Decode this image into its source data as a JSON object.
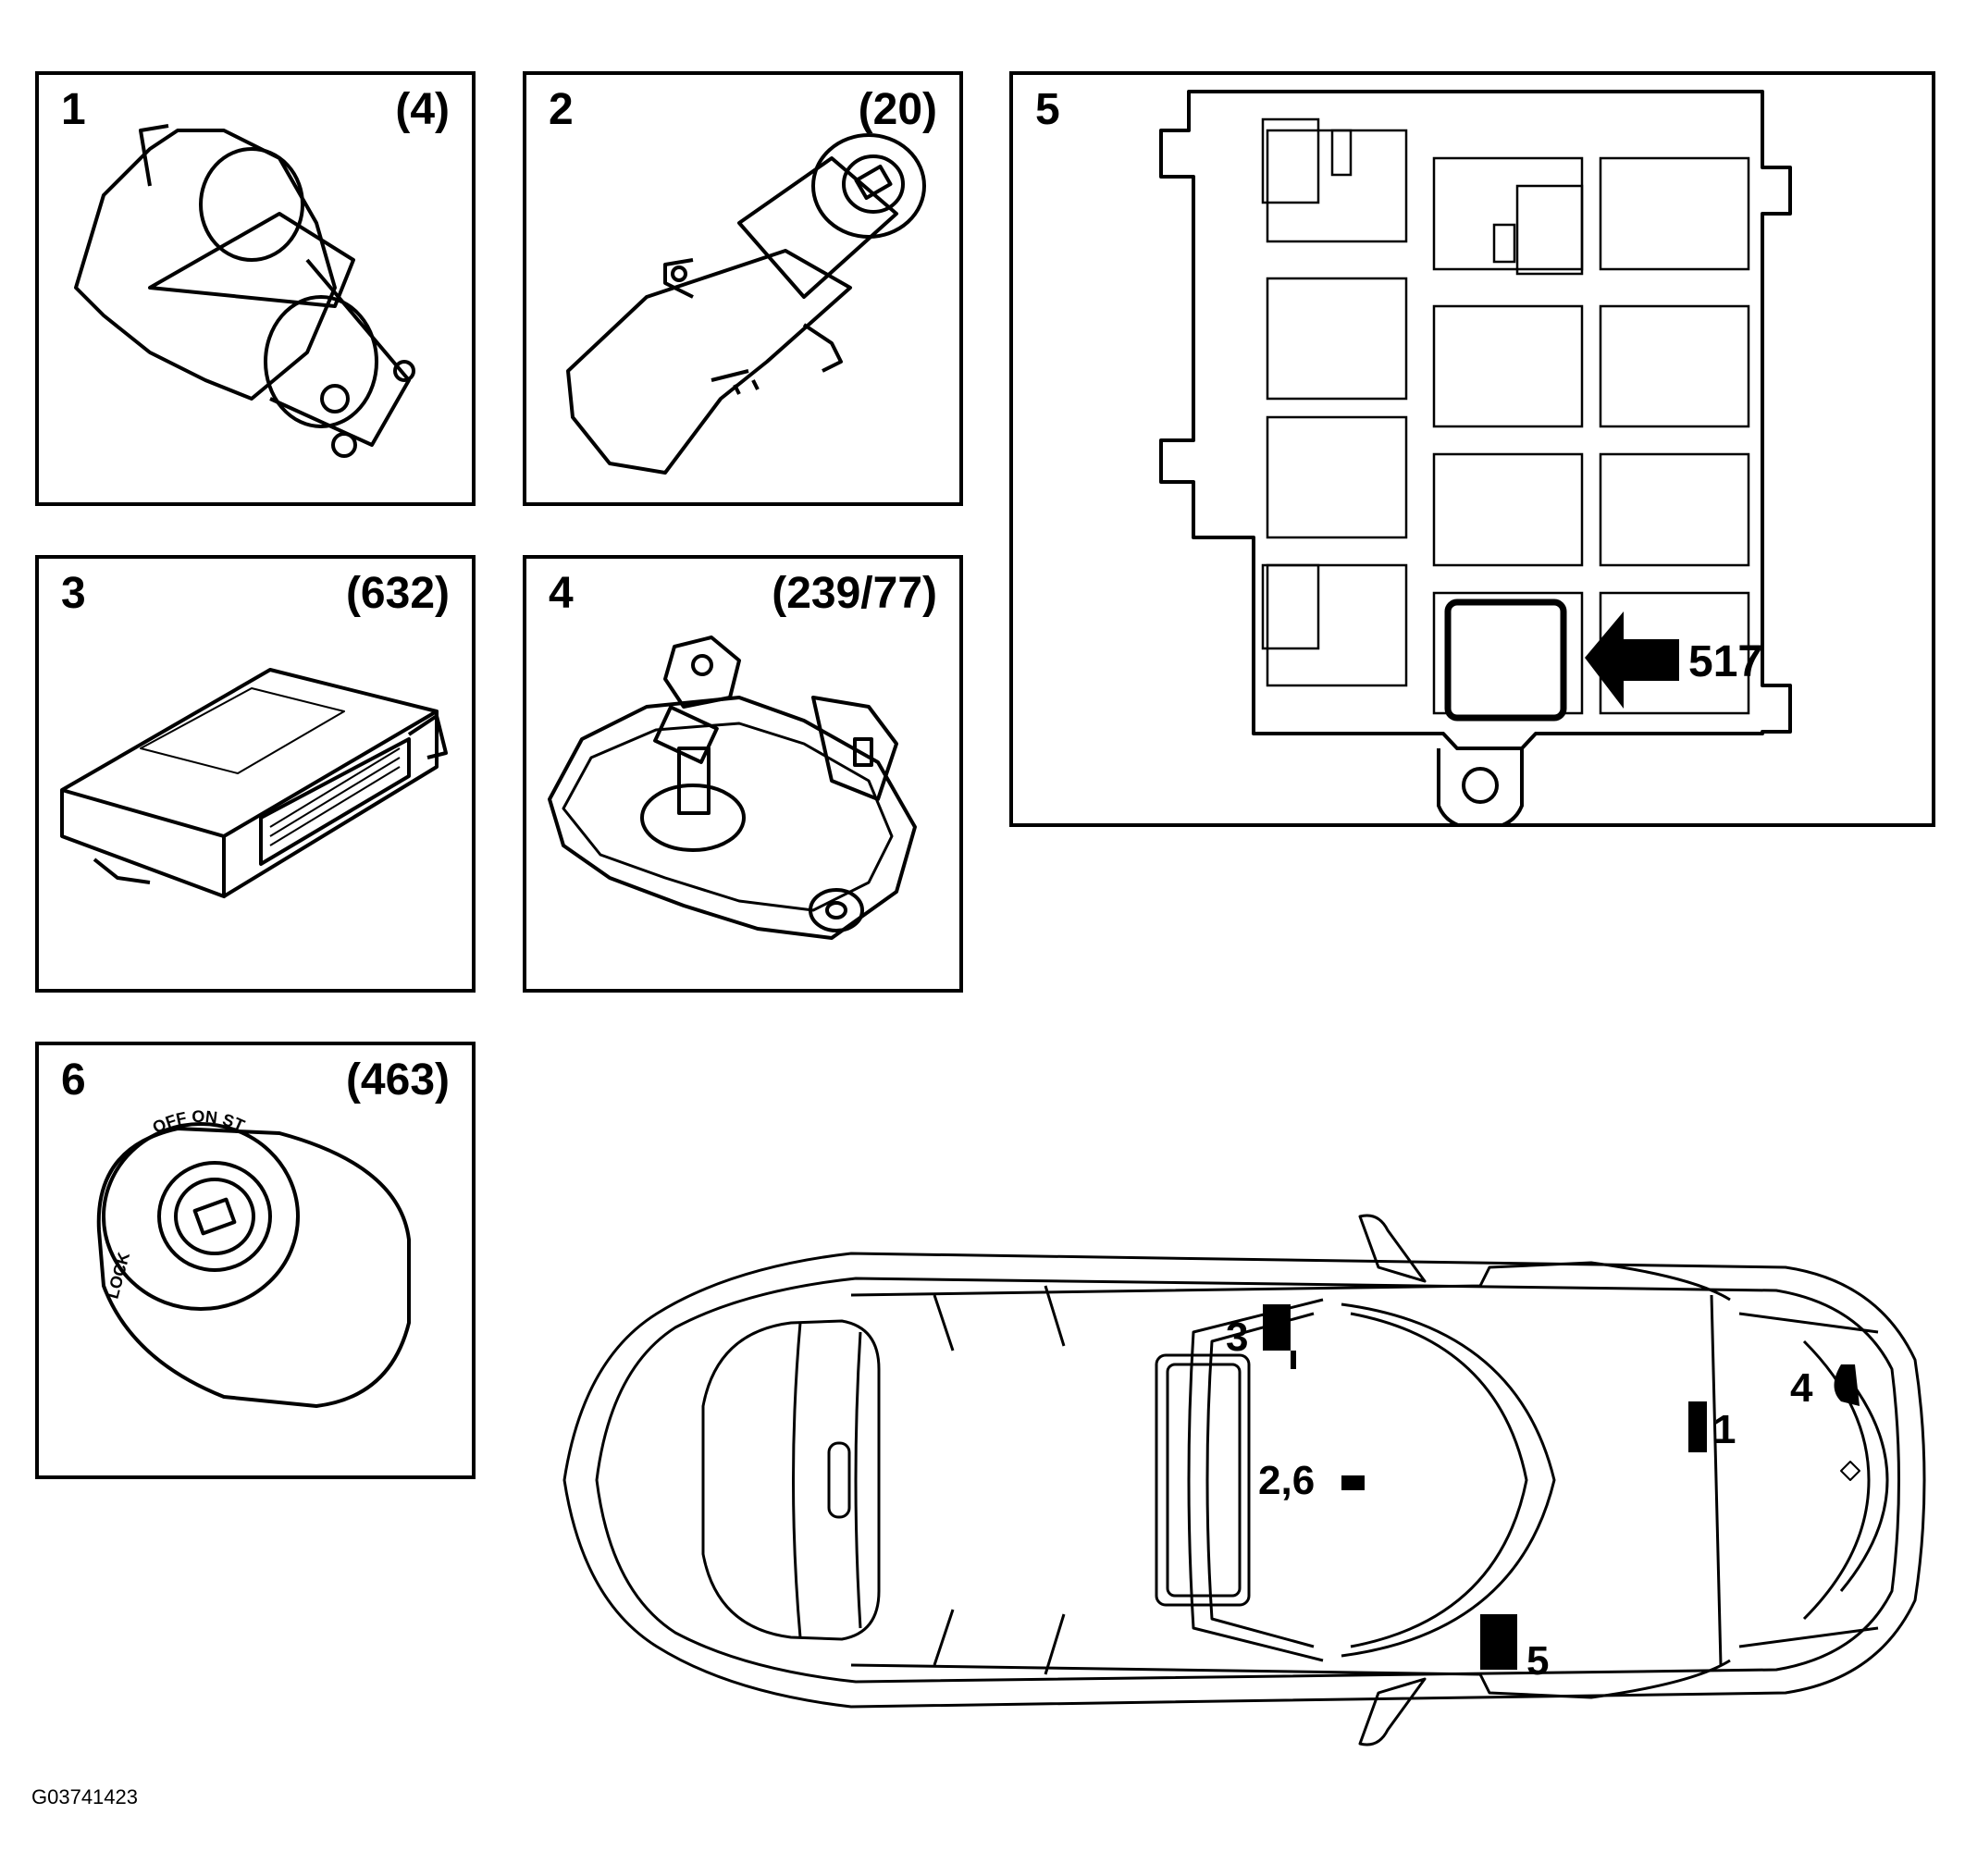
{
  "panels": [
    {
      "number": "1",
      "ref": "(4)",
      "component_icon": "starter-motor-icon"
    },
    {
      "number": "2",
      "ref": "(20)",
      "component_icon": "ignition-switch-assembly-icon"
    },
    {
      "number": "3",
      "ref": "(632)",
      "component_icon": "control-module-icon"
    },
    {
      "number": "4",
      "ref": "(239/77)",
      "component_icon": "range-selector-switch-icon"
    },
    {
      "number": "5",
      "ref": "",
      "component_icon": "relay-box-icon"
    },
    {
      "number": "6",
      "ref": "(463)",
      "component_icon": "ignition-lock-icon"
    }
  ],
  "relay_box": {
    "callout": "517",
    "ignition_positions": "OFF ON ST",
    "lock_label": "LOCK"
  },
  "vehicle": {
    "icon": "car-top-view-icon",
    "labels": [
      "3",
      "2,6",
      "1",
      "4",
      "5"
    ]
  },
  "figure_id": "G03741423"
}
